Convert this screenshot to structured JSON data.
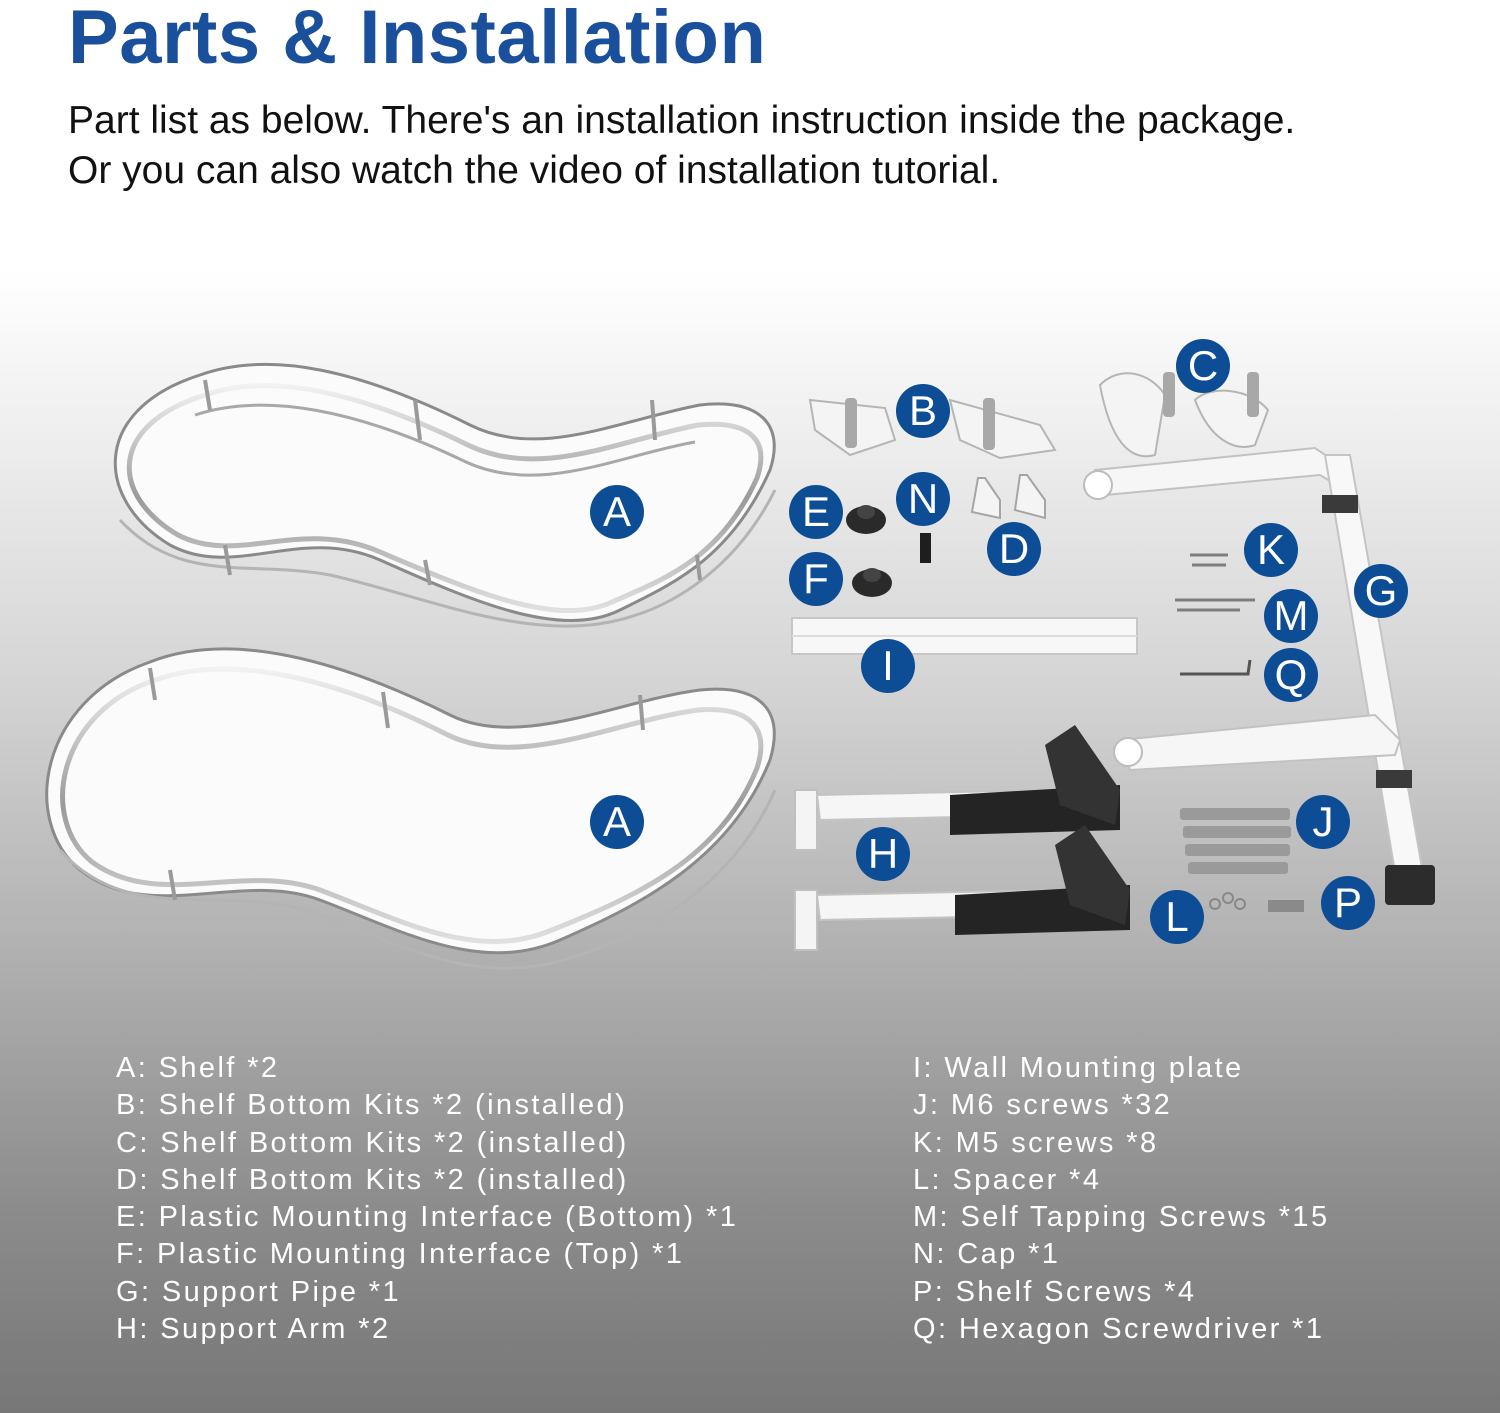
{
  "header": {
    "title": "Parts & Installation",
    "intro_line1": "Part list as below. There's an installation instruction inside the package.",
    "intro_line2": "Or you can also watch the video of installation tutorial."
  },
  "colors": {
    "title_blue": "#1a4f9c",
    "badge_blue": "#0d4d96",
    "list_text": "#ffffff"
  },
  "badges": {
    "a1": "A",
    "a2": "A",
    "b": "B",
    "c": "C",
    "d": "D",
    "e": "E",
    "f": "F",
    "g": "G",
    "h": "H",
    "i": "I",
    "j": "J",
    "k": "K",
    "l": "L",
    "m": "M",
    "n": "N",
    "p": "P",
    "q": "Q"
  },
  "parts_left": [
    "A: Shelf *2",
    "B: Shelf Bottom Kits *2 (installed)",
    "C: Shelf Bottom Kits *2 (installed)",
    "D: Shelf Bottom Kits *2 (installed)",
    "E: Plastic Mounting Interface (Bottom) *1",
    "F: Plastic Mounting Interface (Top) *1",
    "G: Support Pipe *1",
    "H: Support Arm *2"
  ],
  "parts_right": [
    "I: Wall Mounting plate",
    "J: M6 screws *32",
    "K: M5 screws *8",
    "L: Spacer *4",
    "M: Self Tapping Screws *15",
    "N: Cap *1",
    "P: Shelf Screws *4",
    "Q: Hexagon Screwdriver *1"
  ]
}
